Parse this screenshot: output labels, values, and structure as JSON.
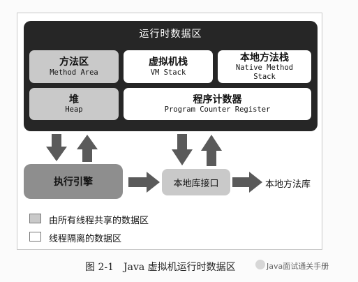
{
  "runtime_data_area": {
    "title": "运行时数据区",
    "method_area": {
      "cn": "方法区",
      "en": "Method Area"
    },
    "vm_stack": {
      "cn": "虚拟机栈",
      "en": "VM Stack"
    },
    "native_method_stack": {
      "cn": "本地方法栈",
      "en_line1": "Native Method",
      "en_line2": "Stack"
    },
    "heap": {
      "cn": "堆",
      "en": "Heap"
    },
    "program_counter": {
      "cn": "程序计数器",
      "en": "Program Counter Register"
    }
  },
  "execution_engine": "执行引擎",
  "native_interface": "本地库接口",
  "native_library": "本地方法库",
  "legend": {
    "shared": "由所有线程共享的数据区",
    "isolated": "线程隔离的数据区"
  },
  "caption": "图 2-1　Java 虚拟机运行时数据区",
  "watermark": "Java面试通关手册",
  "colors": {
    "runtime_bg": "#262626",
    "shared": "#c9c9c9",
    "isolated": "#ffffff",
    "engine": "#8e8e8e",
    "arrow": "#5a5a5a"
  }
}
